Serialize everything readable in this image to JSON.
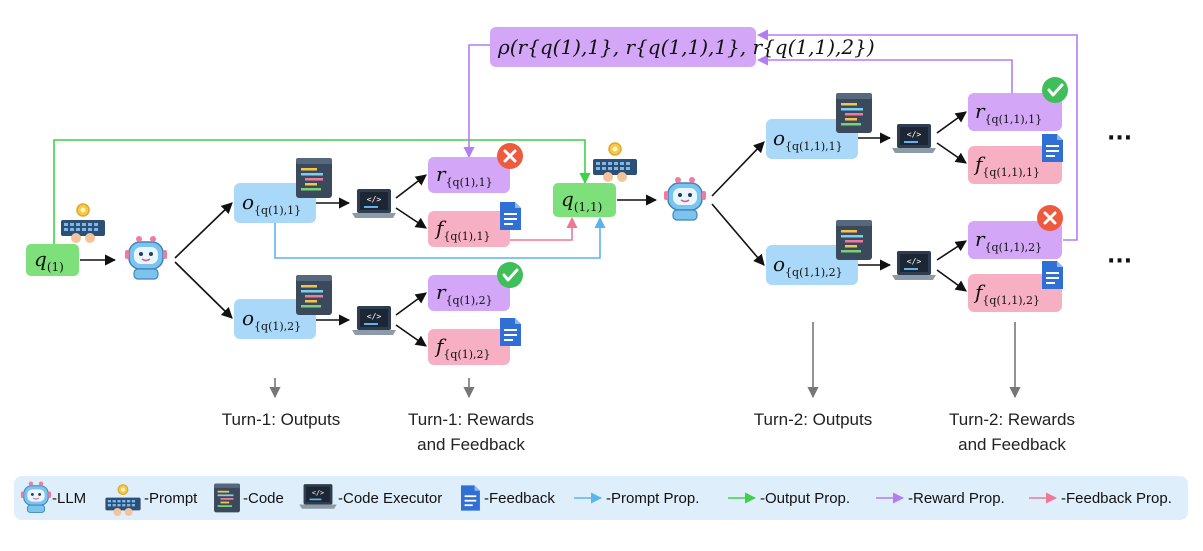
{
  "nodes": {
    "q1": {
      "var": "q",
      "sub": "(1)"
    },
    "o11": {
      "var": "o",
      "sub": "{q(1),1}"
    },
    "o12": {
      "var": "o",
      "sub": "{q(1),2}"
    },
    "r11": {
      "var": "r",
      "sub": "{q(1),1}"
    },
    "f11": {
      "var": "f",
      "sub": "{q(1),1}"
    },
    "r12": {
      "var": "r",
      "sub": "{q(1),2}"
    },
    "f12": {
      "var": "f",
      "sub": "{q(1),2}"
    },
    "q11": {
      "var": "q",
      "sub": "(1,1)"
    },
    "o111": {
      "var": "o",
      "sub": "{q(1,1),1}"
    },
    "o112": {
      "var": "o",
      "sub": "{q(1,1),2}"
    },
    "r111": {
      "var": "r",
      "sub": "{q(1,1),1}"
    },
    "f111": {
      "var": "f",
      "sub": "{q(1,1),1}"
    },
    "r112": {
      "var": "r",
      "sub": "{q(1,1),2}"
    },
    "f112": {
      "var": "f",
      "sub": "{q(1,1),2}"
    },
    "rho": {
      "text": "ρ(r{q(1),1}, r{q(1,1),1}, r{q(1,1),2})"
    }
  },
  "captions": {
    "turn1_outputs": "Turn-1: Outputs",
    "turn1_rewards_line1": "Turn-1: Rewards",
    "turn1_rewards_line2": "and Feedback",
    "turn2_outputs": "Turn-2: Outputs",
    "turn2_rewards_line1": "Turn-2: Rewards",
    "turn2_rewards_line2": "and Feedback",
    "ellipsis_top": "···",
    "ellipsis_bottom": "···"
  },
  "legend": [
    {
      "icon": "llm-robot-icon",
      "label": "-LLM"
    },
    {
      "icon": "prompt-keyboard-icon",
      "label": "-Prompt"
    },
    {
      "icon": "code-icon",
      "label": "-Code"
    },
    {
      "icon": "code-executor-laptop-icon",
      "label": "-Code Executor"
    },
    {
      "icon": "feedback-document-icon",
      "label": "-Feedback"
    },
    {
      "icon": "prompt-prop-arrow",
      "label": "-Prompt Prop.",
      "color": "#5bb4ec"
    },
    {
      "icon": "output-prop-arrow",
      "label": "-Output Prop.",
      "color": "#3fd14a"
    },
    {
      "icon": "reward-prop-arrow",
      "label": "-Reward Prop.",
      "color": "#b27ff0"
    },
    {
      "icon": "feedback-prop-arrow",
      "label": "-Feedback Prop.",
      "color": "#ef7897"
    }
  ],
  "colors": {
    "prompt_box": "#7ee07a",
    "output_box": "#a9d8f8",
    "reward_box": "#d3a6f7",
    "feedback_box": "#f7b0c3",
    "legend_bg": "#dfeefb",
    "correct": "#3fbf5a",
    "wrong": "#ee5a3e"
  }
}
